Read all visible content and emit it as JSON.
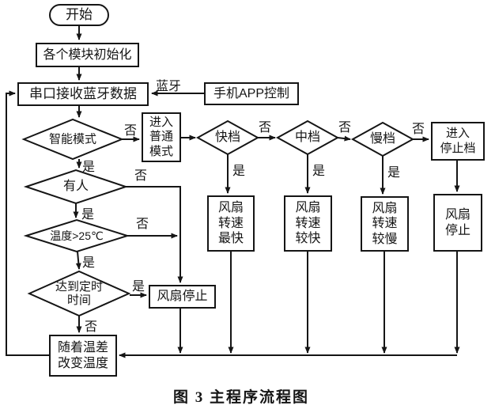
{
  "figure": {
    "caption": "图 3  主程序流程图"
  },
  "nodes": {
    "start": {
      "label": "开始"
    },
    "init": {
      "label": "各个模块初始化"
    },
    "serial": {
      "label": "串口接收蓝牙数据"
    },
    "app": {
      "label": "手机APP控制"
    },
    "smart": {
      "label": "智能模式"
    },
    "normalMode": {
      "label": "进入\n普通\n模式"
    },
    "fastGear": {
      "label": "快档"
    },
    "midGear": {
      "label": "中档"
    },
    "slowGear": {
      "label": "慢档"
    },
    "stopGear": {
      "label": "进入\n停止档"
    },
    "person": {
      "label": "有人"
    },
    "temp": {
      "label": "温度>25℃"
    },
    "timer": {
      "label": "达到定时\n时间"
    },
    "fanStopMid": {
      "label": "风扇停止"
    },
    "fanFastest": {
      "label": "风扇\n转速\n最快"
    },
    "fanFaster": {
      "label": "风扇\n转速\n较快"
    },
    "fanSlower": {
      "label": "风扇\n转速\n较慢"
    },
    "fanStopRight": {
      "label": "风扇\n停止"
    },
    "tempChange": {
      "label": "随着温差\n改变温度"
    }
  },
  "labels": {
    "yes": "是",
    "no": "否",
    "bluetooth": "蓝牙"
  }
}
